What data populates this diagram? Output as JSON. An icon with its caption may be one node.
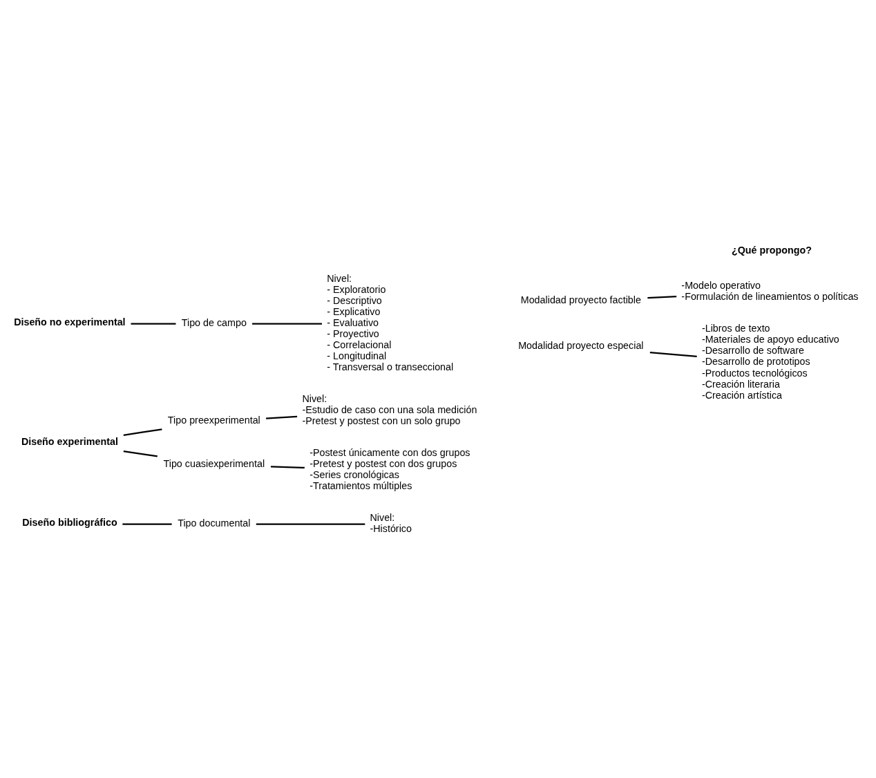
{
  "diagram": {
    "nodes": [
      {
        "text": [
          "Diseño no experimental"
        ]
      },
      {
        "text": [
          "Tipo de campo"
        ]
      },
      {
        "text": [
          "Nivel:",
          "- Exploratorio",
          "- Descriptivo",
          "- Explicativo",
          "- Evaluativo",
          "- Proyectivo",
          "- Correlacional",
          "- Longitudinal",
          "- Transversal o transeccional"
        ]
      },
      {
        "text": [
          "Modalidad proyecto factible"
        ]
      },
      {
        "text": [
          "-Modelo operativo",
          "-Formulación de lineamientos o políticas"
        ]
      },
      {
        "text": [
          "Modalidad proyecto especial"
        ]
      },
      {
        "text": [
          "-Libros de texto",
          "-Materiales de apoyo educativo",
          "-Desarrollo de software",
          "-Desarrollo de prototipos",
          "-Productos tecnológicos",
          "-Creación literaria",
          "-Creación artística"
        ]
      },
      {
        "text": [
          "Diseño experimental"
        ]
      },
      {
        "text": [
          "Tipo preexperimental"
        ]
      },
      {
        "text": [
          "Nivel:",
          "-Estudio de caso con una sola medición",
          "-Pretest y postest con un solo grupo"
        ]
      },
      {
        "text": [
          "Tipo cuasiexperimental"
        ]
      },
      {
        "text": [
          "-Postest únicamente con dos grupos",
          "-Pretest y postest con dos grupos",
          "-Series cronológicas",
          "-Tratamientos múltiples"
        ]
      },
      {
        "text": [
          "Diseño bibliográfico"
        ]
      },
      {
        "text": [
          "Tipo documental"
        ]
      },
      {
        "text": [
          "Nivel:",
          "-Histórico"
        ]
      }
    ],
    "edges": [
      {
        "from": 0,
        "to": 1,
        "arrow": "none"
      },
      {
        "from": 1,
        "to": 2,
        "arrow": "none"
      },
      {
        "from": 3,
        "to": 4,
        "arrow": "none"
      },
      {
        "from": 5,
        "to": 6,
        "arrow": "none"
      },
      {
        "from": 7,
        "to": 8,
        "arrow": "none"
      },
      {
        "from": 7,
        "to": 10,
        "arrow": "none"
      },
      {
        "from": 8,
        "to": 9,
        "arrow": "none"
      },
      {
        "from": 10,
        "to": 11,
        "arrow": "none"
      },
      {
        "from": 12,
        "to": 13,
        "arrow": "none"
      },
      {
        "from": 13,
        "to": 14,
        "arrow": "none"
      }
    ],
    "labels": [
      "¿Qué propongo?"
    ]
  }
}
